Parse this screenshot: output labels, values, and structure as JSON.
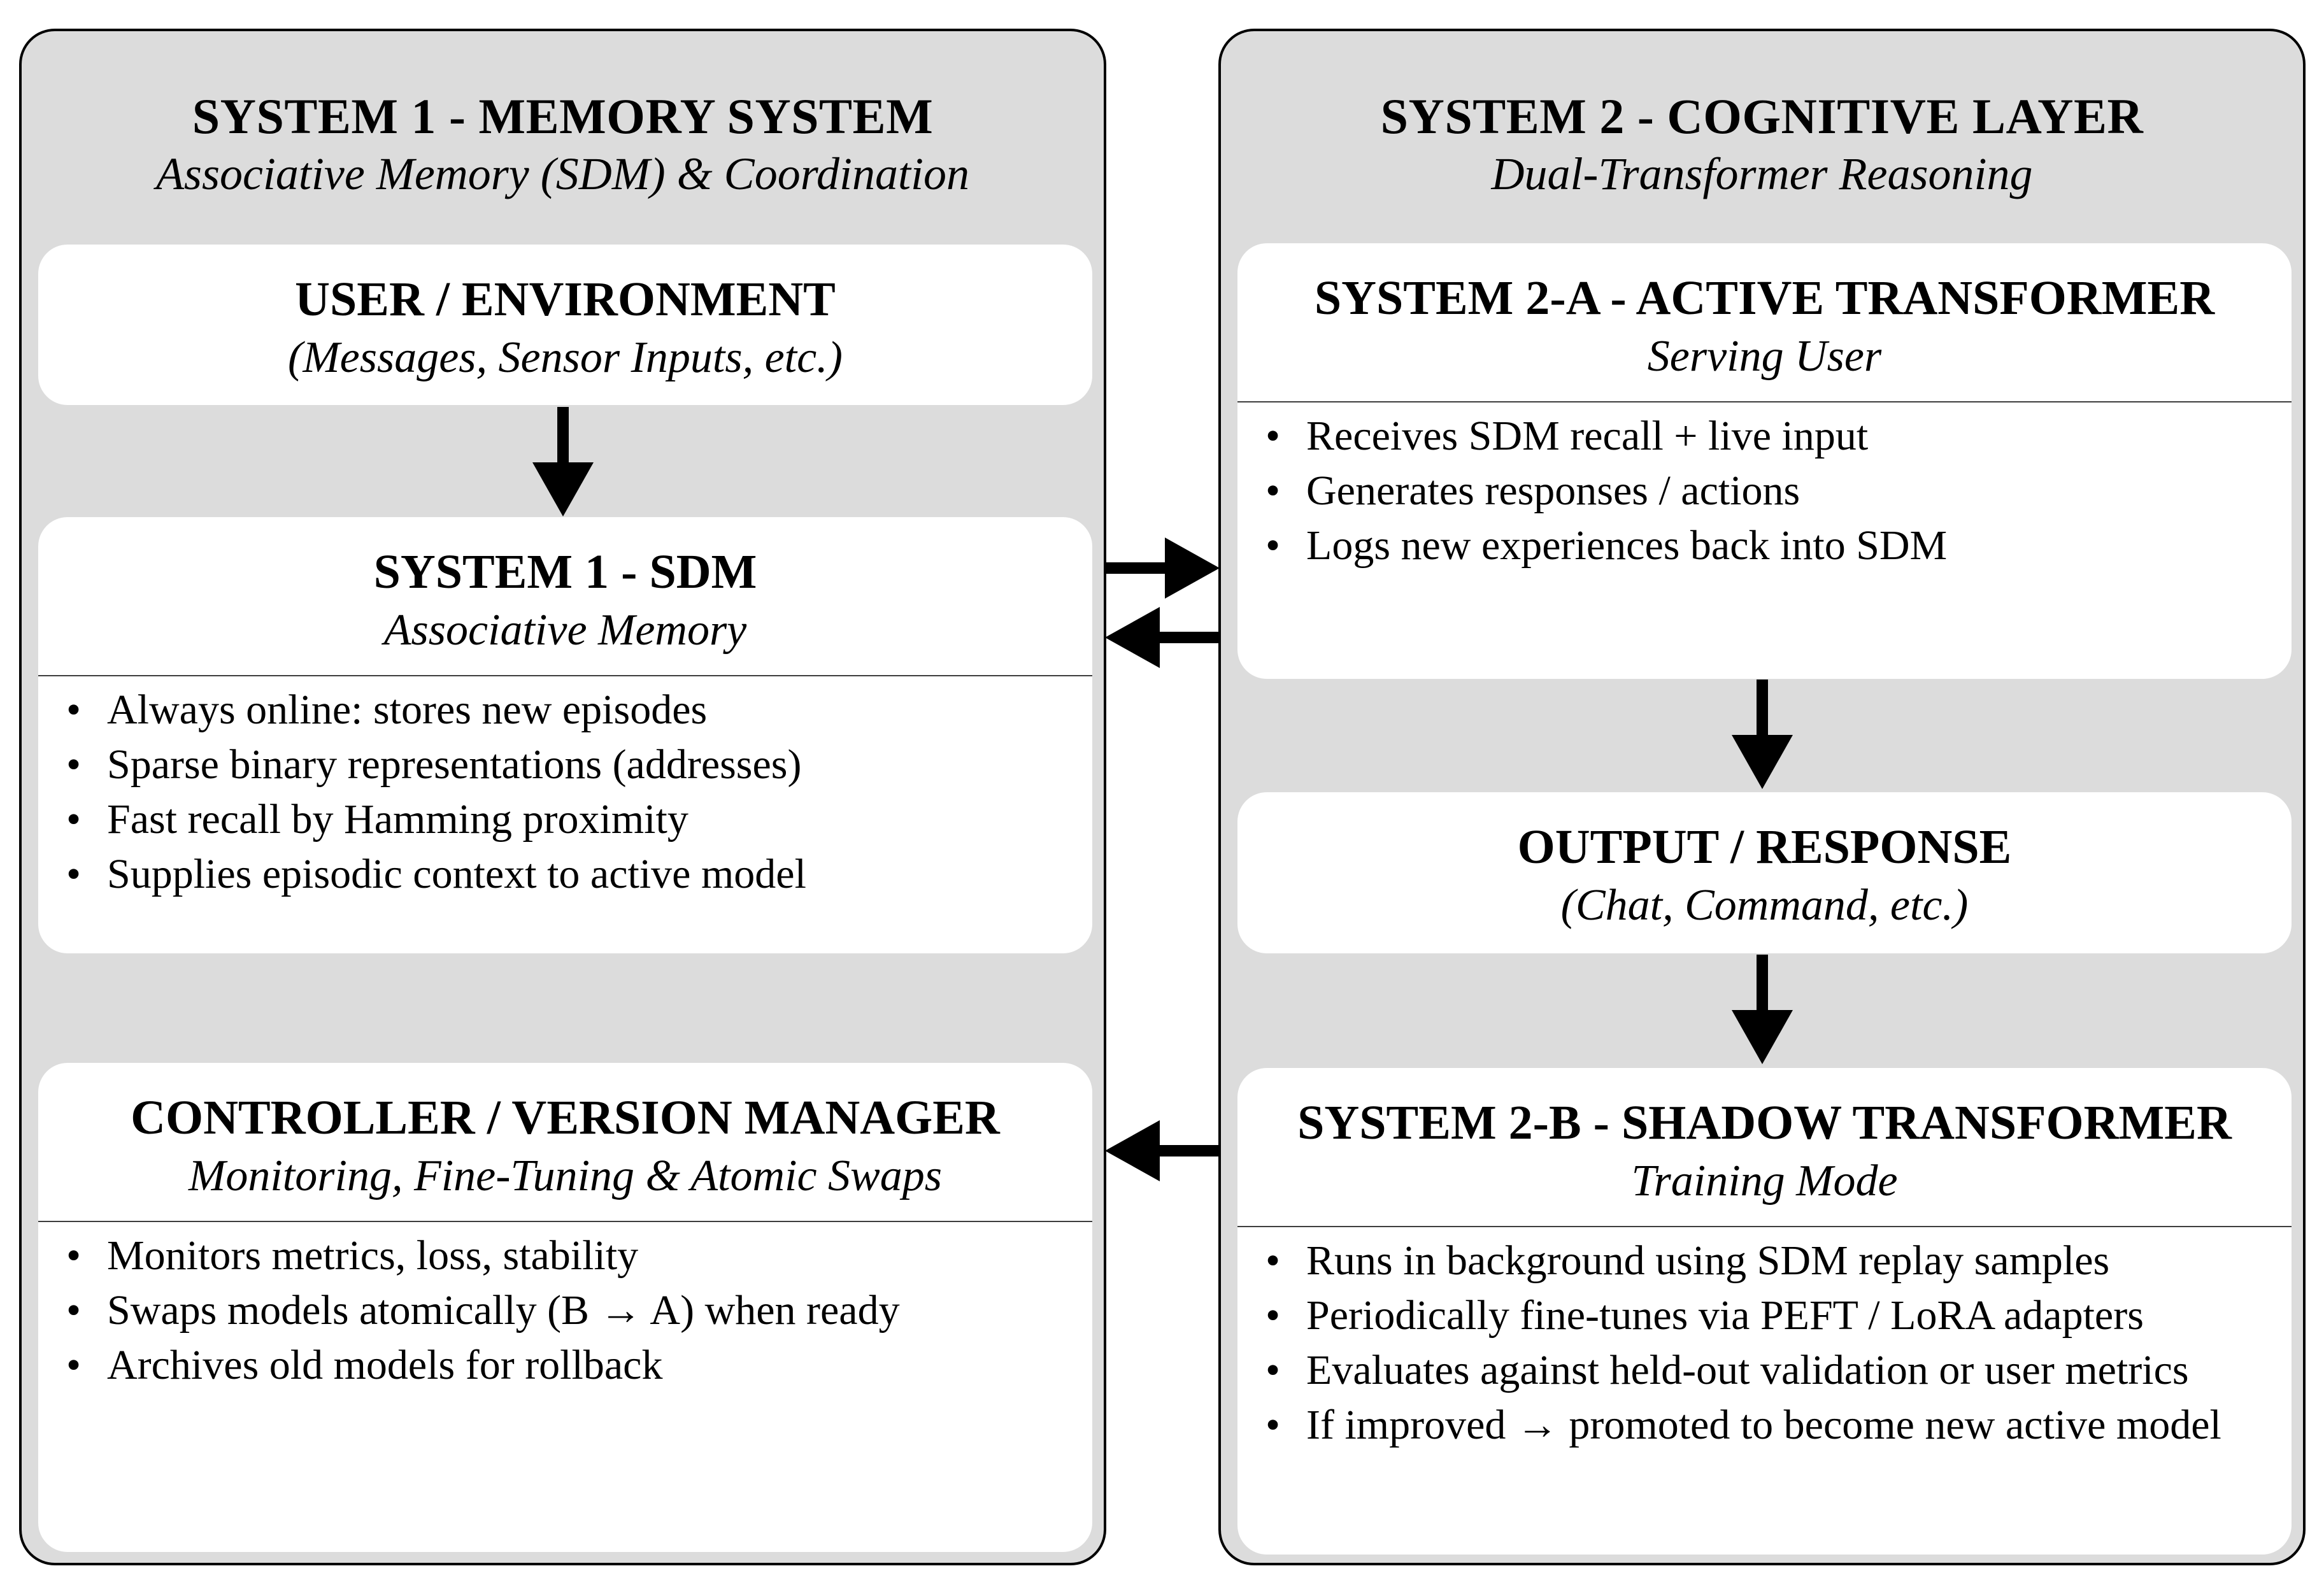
{
  "page": {
    "background": "#ffffff",
    "panel_background": "#dcdcdc",
    "box_background": "#ffffff",
    "border_color": "#000000",
    "text_color": "#000000",
    "divider_color": "#3d3d3d"
  },
  "icons": {
    "flow_arrow_glyphs": [
      "arrow-down-icon",
      "arrow-right-icon",
      "arrow-left-icon"
    ]
  },
  "left_panel": {
    "title": "SYSTEM 1 - MEMORY SYSTEM",
    "subtitle": "Associative Memory (SDM) & Coordination",
    "boxes": [
      {
        "title": "USER / ENVIRONMENT",
        "subtitle": "(Messages, Sensor Inputs, etc.)",
        "bullets": []
      },
      {
        "title": "SYSTEM 1 - SDM",
        "subtitle": "Associative Memory",
        "bullets": [
          "Always online: stores new episodes",
          "Sparse binary representations (addresses)",
          "Fast recall by Hamming proximity",
          "Supplies episodic context to active model"
        ]
      },
      {
        "title": "CONTROLLER / VERSION MANAGER",
        "subtitle": "Monitoring, Fine-Tuning & Atomic Swaps",
        "bullets": [
          "Monitors metrics, loss, stability",
          "Swaps models atomically (B → A) when ready",
          "Archives old models for rollback"
        ]
      }
    ]
  },
  "right_panel": {
    "title": "SYSTEM 2 - COGNITIVE LAYER",
    "subtitle": "Dual-Transformer Reasoning",
    "boxes": [
      {
        "title": "SYSTEM 2-A - ACTIVE TRANSFORMER",
        "subtitle": "Serving User",
        "bullets": [
          "Receives SDM recall + live input",
          "Generates responses / actions",
          "Logs new experiences back into SDM"
        ]
      },
      {
        "title": "OUTPUT / RESPONSE",
        "subtitle": "(Chat, Command, etc.)",
        "bullets": []
      },
      {
        "title": "SYSTEM 2-B - SHADOW TRANSFORMER",
        "subtitle": "Training Mode",
        "bullets": [
          "Runs in background using SDM replay samples",
          "Periodically fine-tunes via PEFT / LoRA adapters",
          "Evaluates against held-out validation or user metrics",
          "If improved → promoted to become new active model"
        ]
      }
    ]
  }
}
